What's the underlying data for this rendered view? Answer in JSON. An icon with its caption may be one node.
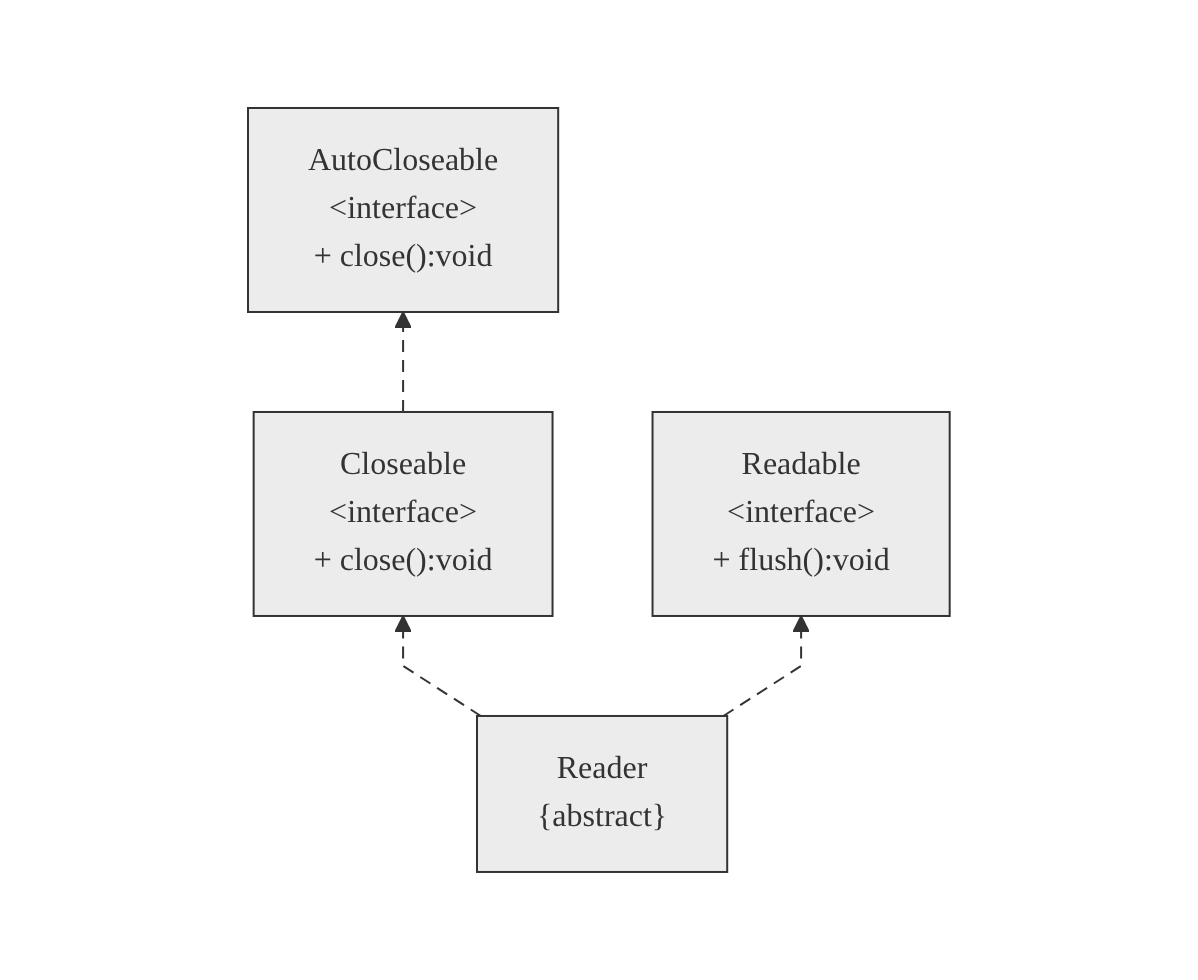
{
  "diagram": {
    "nodes": [
      {
        "text": [
          "AutoCloseable",
          "<interface>",
          "+ close():void"
        ]
      },
      {
        "text": [
          "Closeable",
          "<interface>",
          "+ close():void"
        ]
      },
      {
        "text": [
          "Readable",
          "<interface>",
          "+ flush():void"
        ]
      },
      {
        "text": [
          "Reader",
          "{abstract}"
        ]
      }
    ],
    "edges": [
      {
        "from": 1,
        "to": 0,
        "arrow": "to",
        "style": "dashed"
      },
      {
        "from": 3,
        "to": 1,
        "arrow": "to",
        "style": "dashed"
      },
      {
        "from": 3,
        "to": 2,
        "arrow": "to",
        "style": "dashed"
      }
    ]
  }
}
